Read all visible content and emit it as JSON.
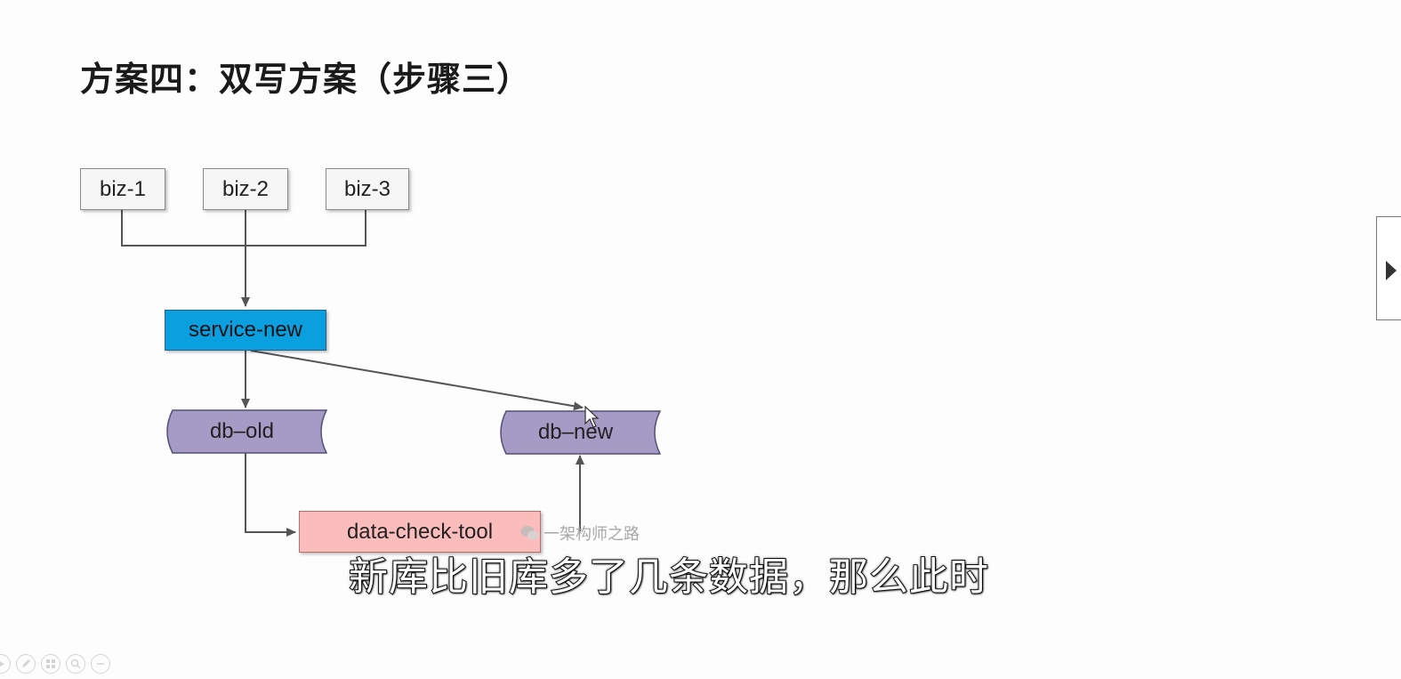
{
  "slide": {
    "title": "方案四：双写方案（步骤三）"
  },
  "diagram": {
    "biz_nodes": [
      "biz-1",
      "biz-2",
      "biz-3"
    ],
    "service": "service-new",
    "db_old": "db–old",
    "db_new": "db–new",
    "tool": "data-check-tool",
    "colors": {
      "service_fill": "#0aa0e0",
      "db_fill": "#a59bc4",
      "tool_fill": "#fbbcbc",
      "biz_fill": "#f6f6f7"
    }
  },
  "watermark": "一架构师之路",
  "subtitle": "新库比旧库多了几条数据，那么此时",
  "controls": {
    "next_icon": "play-right-icon",
    "toolbar_icons": [
      "play-icon",
      "pen-icon",
      "pages-icon",
      "zoom-icon",
      "menu-icon"
    ]
  }
}
